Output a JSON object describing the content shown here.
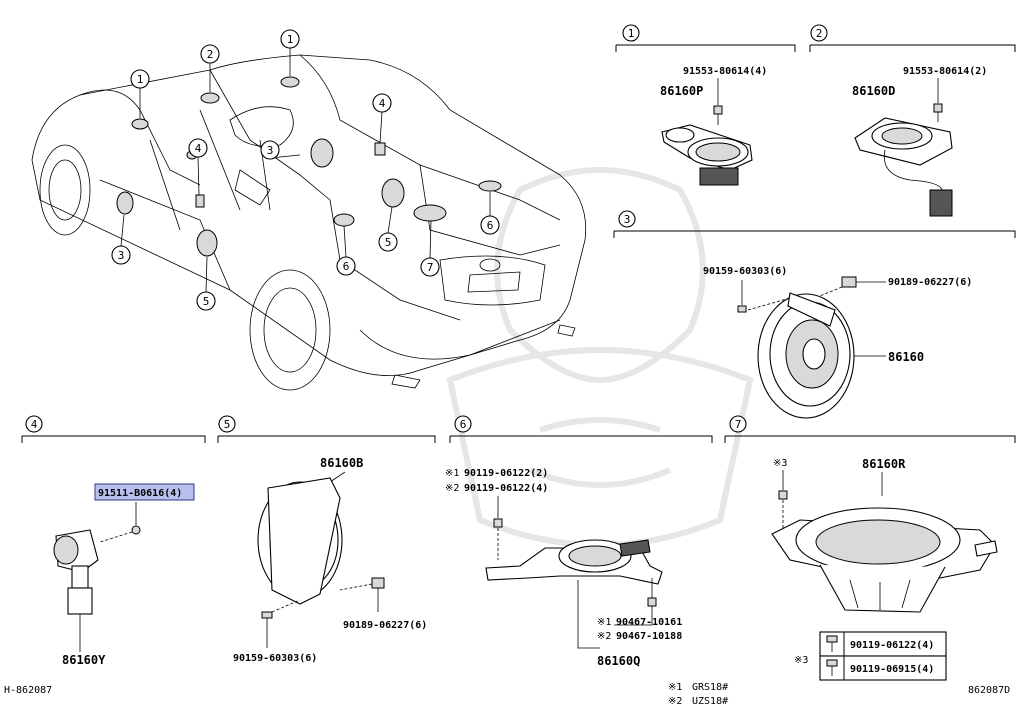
{
  "callouts": {
    "c1": "1",
    "c2": "2",
    "c3": "3",
    "c4": "4",
    "c5": "5",
    "c6": "6",
    "c7": "7"
  },
  "sections": {
    "s1": {
      "callout": "1",
      "parts": [
        "91553-80614(4)",
        "86160P"
      ]
    },
    "s2": {
      "callout": "2",
      "parts": [
        "91553-80614(2)",
        "86160D"
      ]
    },
    "s3": {
      "callout": "3",
      "parts": [
        "90159-60303(6)",
        "90189-06227(6)",
        "86160"
      ]
    },
    "s4": {
      "callout": "4",
      "parts": [
        "91511-B0616(4)",
        "86160Y"
      ]
    },
    "s5": {
      "callout": "5",
      "parts": [
        "86160B",
        "90189-06227(6)",
        "90159-60303(6)"
      ]
    },
    "s6": {
      "callout": "6",
      "parts": [
        "90119-06122(2)",
        "90119-06122(4)",
        "90467-10161",
        "90467-10188",
        "86160Q"
      ],
      "marks": [
        "※1",
        "※2",
        "※1",
        "※2"
      ]
    },
    "s7": {
      "callout": "7",
      "mark_top": "※3",
      "parts": [
        "86160R",
        "90119-06122(4)",
        "90119-06915(4)"
      ],
      "mark_table": "※3"
    }
  },
  "footer": {
    "left_code": "H-862087",
    "right_code": "862087D",
    "legend": [
      {
        "mark": "※1",
        "model": "GRS18#"
      },
      {
        "mark": "※2",
        "model": "UZS18#"
      }
    ]
  },
  "highlight_color": "#b9c0ee"
}
